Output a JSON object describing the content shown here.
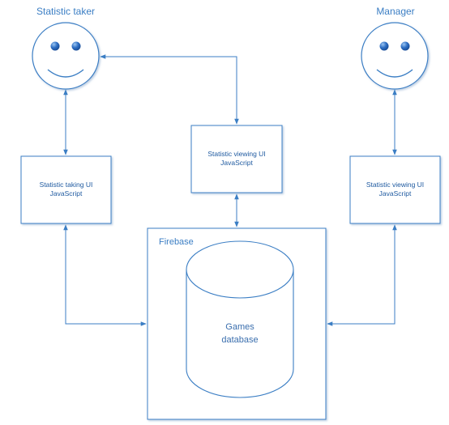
{
  "actors": {
    "taker": {
      "label": "Statistic taker"
    },
    "manager": {
      "label": "Manager"
    }
  },
  "boxes": {
    "taking_ui": {
      "line1": "Statistic taking UI",
      "line2": "JavaScript"
    },
    "viewing_ui_center": {
      "line1": "Statistic viewing UI",
      "line2": "JavaScript"
    },
    "viewing_ui_right": {
      "line1": "Statistic viewing UI",
      "line2": "JavaScript"
    }
  },
  "firebase": {
    "label": "Firebase"
  },
  "database": {
    "line1": "Games",
    "line2": "database"
  },
  "colors": {
    "stroke": "#3b7ec4",
    "box_fill": "#ffffff",
    "eye": "#2e6fc4",
    "text": "#3b7ec4"
  }
}
